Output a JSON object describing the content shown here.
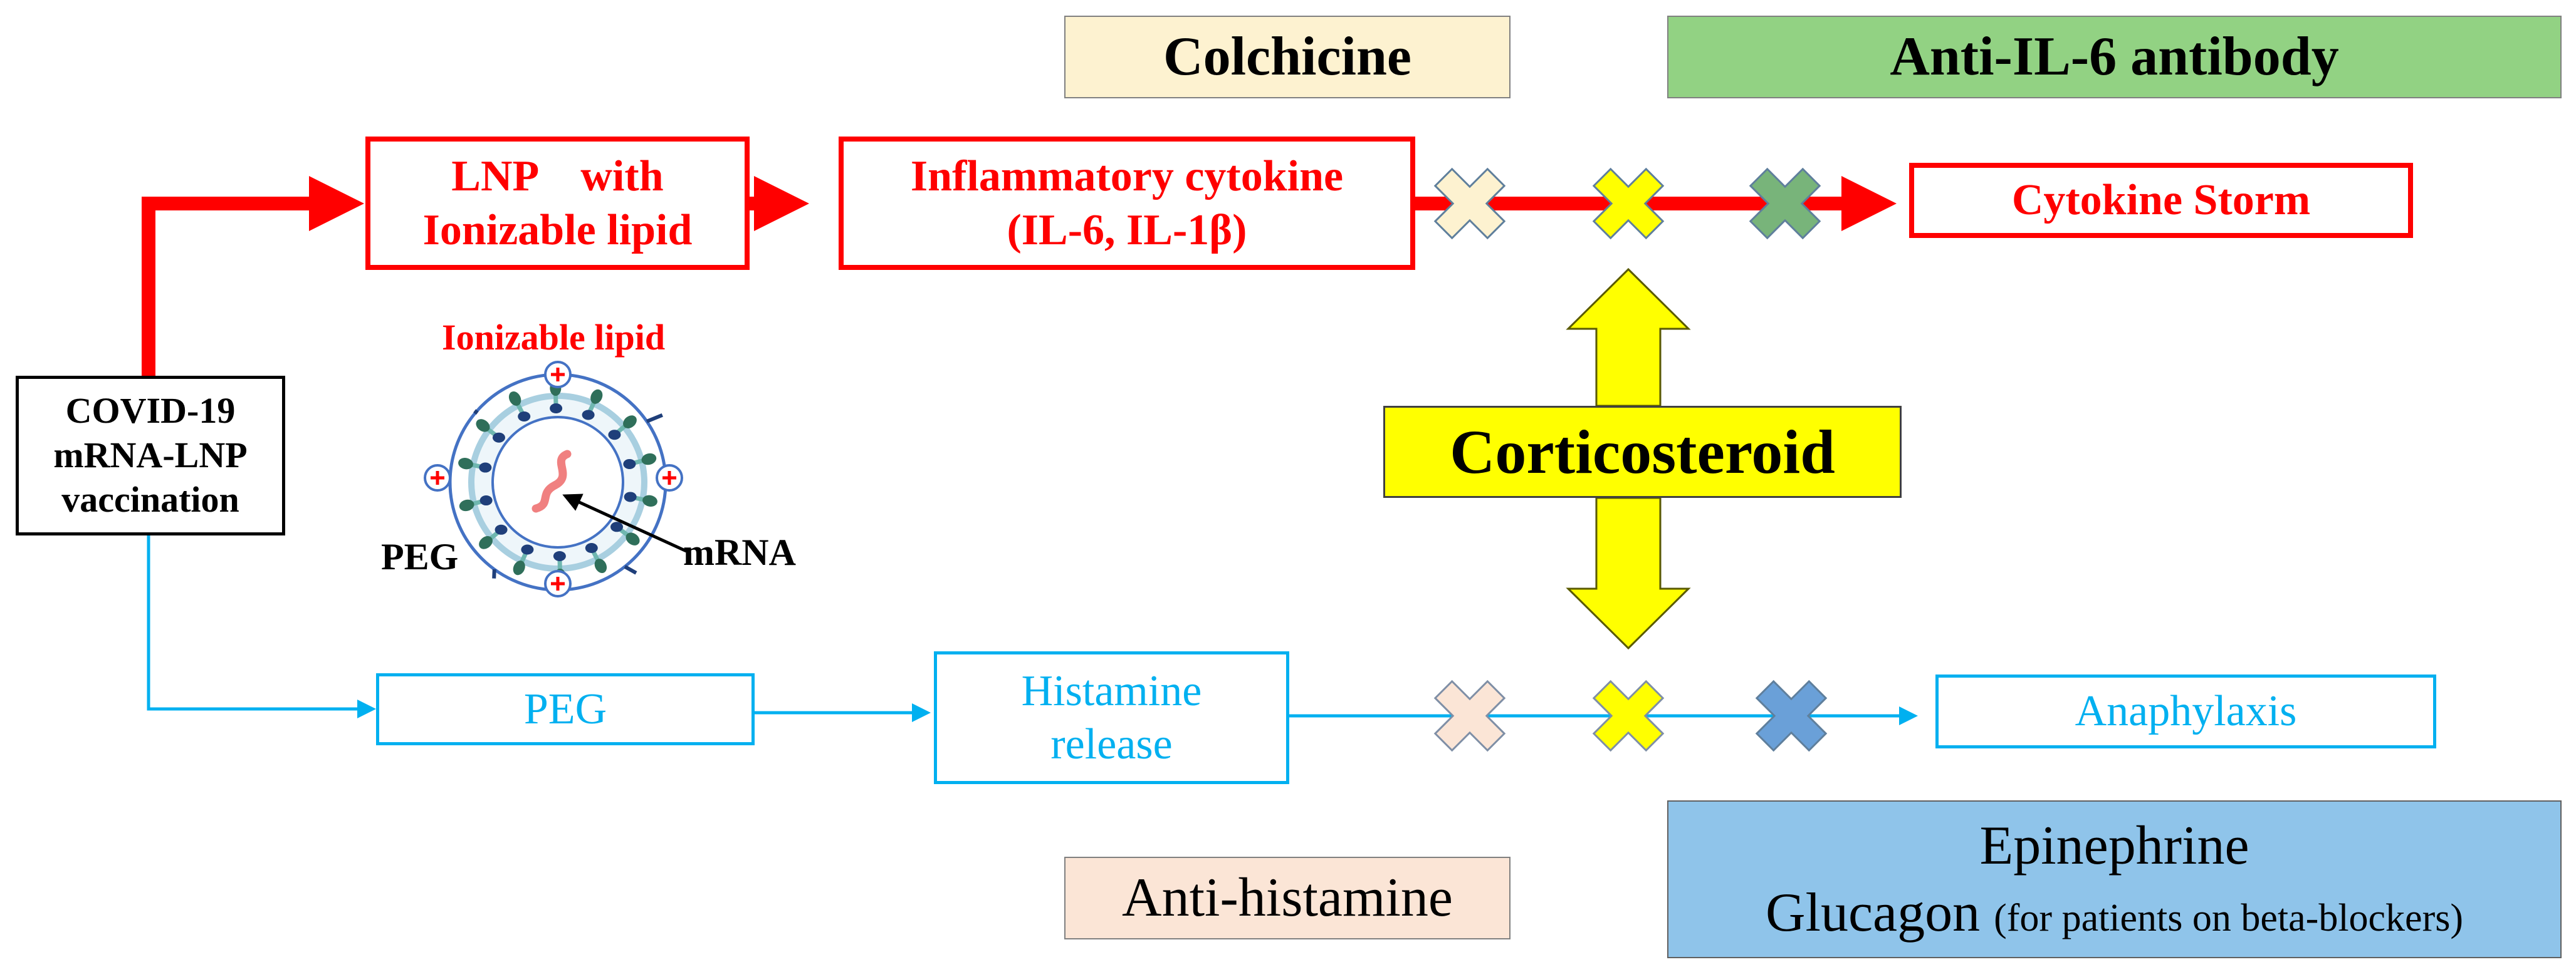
{
  "source": {
    "line1": "COVID-19",
    "line2": "mRNA-LNP",
    "line3": "vaccination"
  },
  "inflammatory_path": {
    "lnp": {
      "line1": "LNP    with",
      "line2": "Ionizable lipid"
    },
    "cytokine": {
      "line1": "Inflammatory cytokine",
      "line2": "(IL-6, IL-1β)"
    },
    "storm": "Cytokine Storm"
  },
  "allergic_path": {
    "peg": "PEG",
    "histamine": {
      "line1": "Histamine",
      "line2": "release"
    },
    "anaphylaxis": "Anaphylaxis"
  },
  "treatments": {
    "colchicine": "Colchicine",
    "anti_il6": "Anti-IL-6 antibody",
    "corticosteroid": "Corticosteroid",
    "antihistamine": "Anti-histamine",
    "epinephrine": {
      "line1": "Epinephrine",
      "line2_main": "Glucagon",
      "line2_note": "(for patients on beta-blockers)"
    }
  },
  "lnp_illustration": {
    "ionizable_label": "Ionizable lipid",
    "peg_label": "PEG",
    "mrna_label": "mRNA"
  },
  "colors": {
    "inflammatory": "#ff0000",
    "allergic": "#00b0f0",
    "colchicine": "#fdf2d0",
    "anti_il6": "#92d283",
    "corticosteroid": "#ffff00",
    "antihistamine": "#fbe5d6",
    "epinephrine": "#8fc4ea",
    "anti_il6_cross": "#78b47a",
    "epinephrine_cross": "#6aa0d8"
  }
}
